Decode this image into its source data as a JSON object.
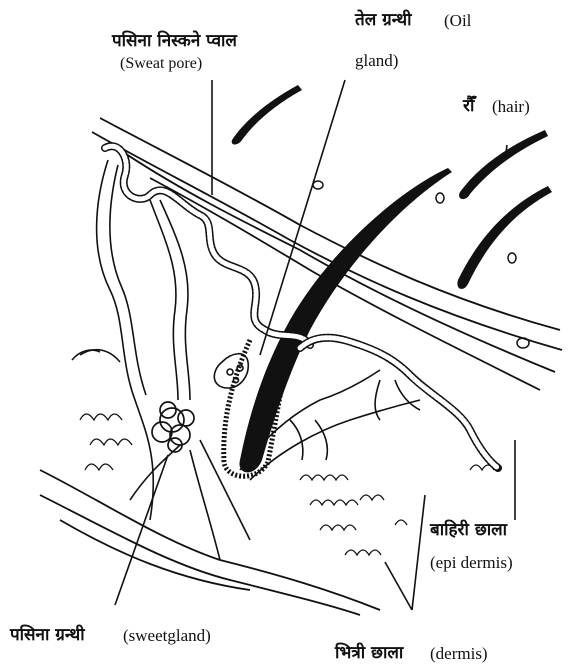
{
  "labels": {
    "sweat_pore_ne": "पसिना निस्कने प्वाल",
    "sweat_pore_en": "(Sweat pore)",
    "oil_gland_ne": "तेल ग्रन्थी",
    "oil_gland_en_1": "(Oil",
    "oil_gland_en_2": "gland)",
    "hair_ne": "रौँ",
    "hair_en": "(hair)",
    "epidermis_ne": "बाहिरी छाला",
    "epidermis_en": "(epi dermis)",
    "sweat_gland_ne": "पसिना ग्रन्थी",
    "sweat_gland_en": "(sweetgland)",
    "dermis_ne": "भित्री छाला",
    "dermis_en": "(dermis)"
  }
}
